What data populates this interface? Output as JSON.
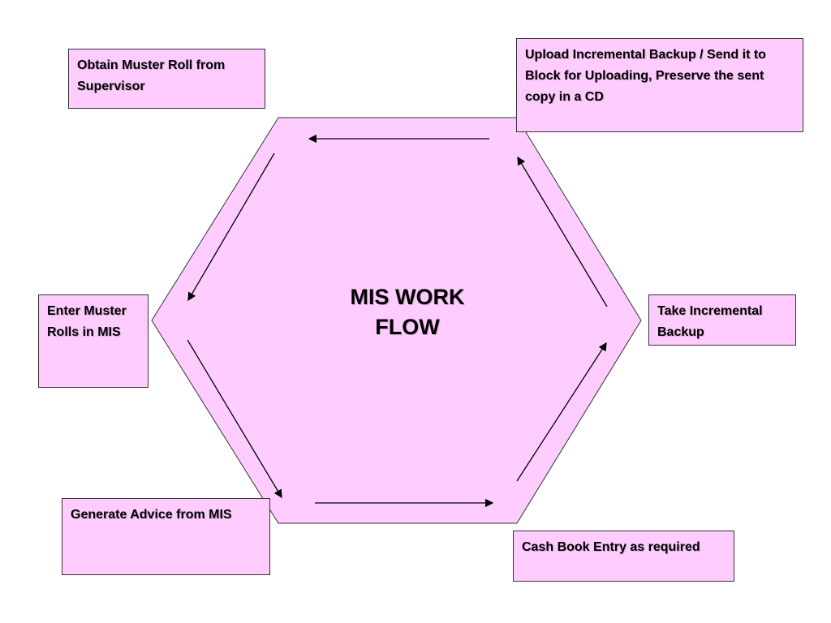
{
  "title": {
    "line1": "MIS WORK",
    "line2": "FLOW"
  },
  "steps": [
    {
      "label": "Obtain Muster Roll from Supervisor"
    },
    {
      "label": "Enter Muster Rolls in MIS"
    },
    {
      "label": "Generate Advice from MIS"
    },
    {
      "label": "Cash Book Entry as required"
    },
    {
      "label": "Take Incremental Backup"
    },
    {
      "label": "Upload Incremental Backup / Send it to Block for Uploading, Preserve the sent copy in a CD"
    }
  ],
  "colors": {
    "fill": "#ffccff",
    "outline": "#333333",
    "arrow": "#000000"
  }
}
